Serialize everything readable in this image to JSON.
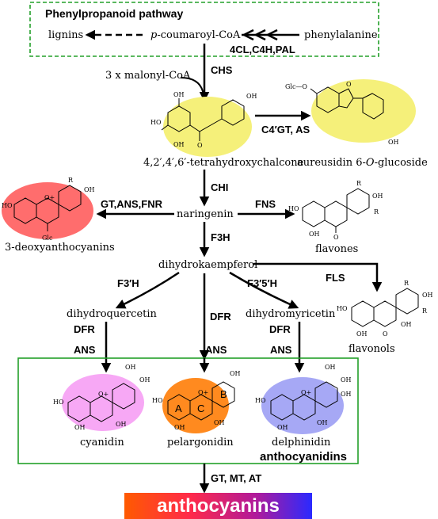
{
  "colors": {
    "box_green": "#23a02a",
    "yellow": "#f5f07a",
    "red": "#ff6d6d",
    "pink": "#f7a8f5",
    "orange": "#ff8a1f",
    "blue": "#a6a8f5",
    "arrow": "#000000"
  },
  "phenylpropanoid": {
    "title": "Phenylpropanoid pathway",
    "lignins": "lignins",
    "coumaroyl_prefix": "p",
    "coumaroyl_rest": "-coumaroyl-CoA",
    "phenylalanine": "phenylalanine",
    "enzymes": "4CL,C4H,PAL"
  },
  "steps": {
    "malonyl": "3 x malonyl-CoA",
    "chs": "CHS",
    "chalcone": "4,2′,4′,6′-tetrahydroxychalcone",
    "c4gt_as": "C4′GT, AS",
    "aureusidin_pre": "aureusidin 6-",
    "aureusidin_o": "O",
    "aureusidin_post": "-glucoside",
    "chi": "CHI",
    "naringenin": "naringenin",
    "gt_ans_fnr": "GT,ANS,FNR",
    "fns": "FNS",
    "deoxyanthocyanins": "3-deoxyanthocyanins",
    "flavones": "flavones",
    "f3h": "F3H",
    "dihydrokaempferol": "dihydrokaempferol",
    "fls": "FLS",
    "f3prime_h": "F3′H",
    "f3prime5prime_h": "F3′5′H",
    "dfr_mid": "DFR",
    "flavonols": "flavonols",
    "dihydroquercetin": "dihydroquercetin",
    "dihydromyricetin": "dihydromyricetin",
    "dfr_left": "DFR",
    "dfr_right": "DFR",
    "ans_left": "ANS",
    "ans_mid": "ANS",
    "ans_right": "ANS"
  },
  "anthocyanidins": {
    "title": "anthocyanidins",
    "cyanidin": "cyanidin",
    "pelargonidin": "pelargonidin",
    "delphinidin": "delphinidin",
    "ring_a": "A",
    "ring_b": "B",
    "ring_c": "C"
  },
  "final": {
    "enzymes": "GT, MT, AT",
    "product": "anthocyanins"
  },
  "atoms": {
    "oh": "OH",
    "ho": "HO",
    "o": "O",
    "o_plus": "O+",
    "r": "R",
    "glc": "Glc",
    "glc_o": "Glc—O"
  }
}
